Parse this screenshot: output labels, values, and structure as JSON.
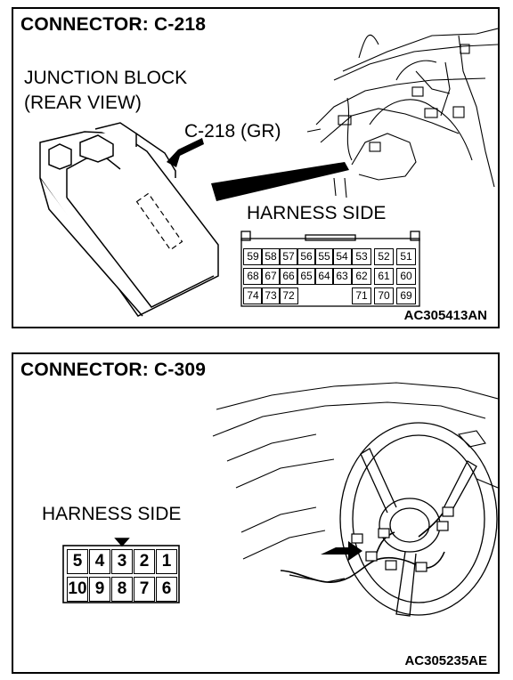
{
  "connector1": {
    "title": "CONNECTOR: C-218",
    "junction_label": "JUNCTION BLOCK",
    "view_label": "(REAR VIEW)",
    "callout": "C-218 (GR)",
    "harness_label": "HARNESS SIDE",
    "pins_row1": [
      "59",
      "58",
      "57",
      "56",
      "55",
      "54",
      "53",
      "52",
      "51"
    ],
    "pins_row2": [
      "68",
      "67",
      "66",
      "65",
      "64",
      "63",
      "62",
      "61",
      "60"
    ],
    "pins_row3": [
      "74",
      "73",
      "72",
      "",
      "",
      "",
      "71",
      "70",
      "69"
    ],
    "code": "AC305413AN"
  },
  "connector2": {
    "title": "CONNECTOR: C-309",
    "harness_label": "HARNESS SIDE",
    "pins_row1": [
      "5",
      "4",
      "3",
      "2",
      "1"
    ],
    "pins_row2": [
      "10",
      "9",
      "8",
      "7",
      "6"
    ],
    "code": "AC305235AE"
  }
}
